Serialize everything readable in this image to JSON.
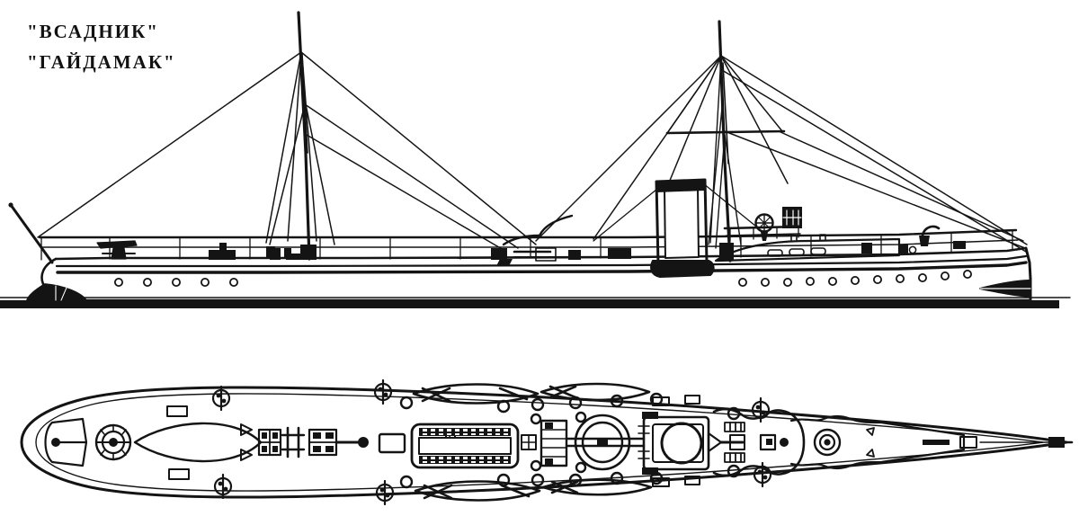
{
  "drawing": {
    "kind": "ship-line-drawing",
    "subject": "Russian torpedo gunboat",
    "ink_color": "#141414",
    "paper_color": "#ffffff",
    "views": [
      "starboard profile (side elevation)",
      "deck plan (top view)"
    ]
  },
  "titles": {
    "line1": "\"ВСАДНИК\"",
    "line2": "\"ГАЙДАМАК\""
  },
  "profile": {
    "label": "starboard-profile-view",
    "waterline_label": "waterline",
    "porthole_count_aft": 5,
    "porthole_count_forward": 11,
    "masts": 2,
    "funnels": 1,
    "guns": 2
  },
  "plan": {
    "label": "deck-plan-view",
    "boats": 4,
    "skylights": 3,
    "capstans": 2
  }
}
